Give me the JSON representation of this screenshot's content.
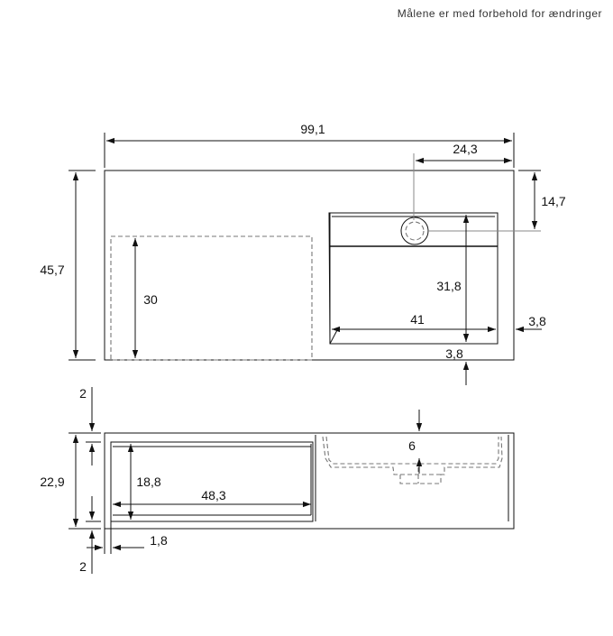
{
  "note": "Målene er med forbehold for ændringer",
  "top_view": {
    "total_width": "99,1",
    "tap_offset": "24,3",
    "depth": "45,7",
    "tap_depth": "14,7",
    "shelf_depth": "30",
    "basin_depth": "31,8",
    "basin_width": "41",
    "basin_right_margin": "3,8",
    "basin_front_margin": "3,8"
  },
  "front_view": {
    "top_thickness": "2",
    "height": "22,9",
    "basin_inset": "6",
    "drawer_height": "18,8",
    "drawer_width": "48,3",
    "side_thickness": "1,8",
    "bottom_thickness": "2"
  },
  "colors": {
    "line": "#111111",
    "hidden_line": "#777777"
  }
}
